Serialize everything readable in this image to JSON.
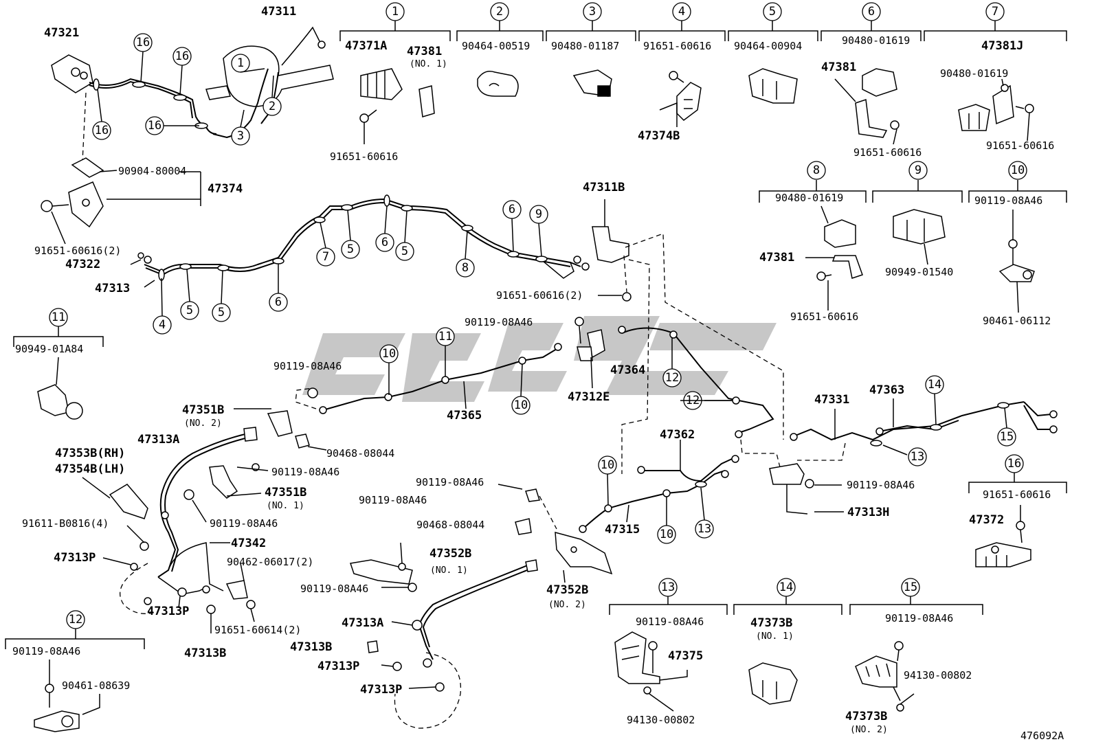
{
  "diagram_code": "476092A",
  "callouts": [
    {
      "id": "c1",
      "num": "1"
    },
    {
      "id": "c2",
      "num": "2"
    },
    {
      "id": "c3",
      "num": "3"
    },
    {
      "id": "c4",
      "num": "4"
    },
    {
      "id": "c5",
      "num": "5"
    },
    {
      "id": "c6",
      "num": "6"
    },
    {
      "id": "c7",
      "num": "7"
    },
    {
      "id": "c8",
      "num": "8"
    },
    {
      "id": "c9",
      "num": "9"
    },
    {
      "id": "c10",
      "num": "10"
    },
    {
      "id": "c11",
      "num": "11"
    },
    {
      "id": "c12",
      "num": "12"
    },
    {
      "id": "c13",
      "num": "13"
    },
    {
      "id": "c14",
      "num": "14"
    },
    {
      "id": "c15",
      "num": "15"
    },
    {
      "id": "c16",
      "num": "16"
    }
  ],
  "legend_groups": [
    {
      "num": "1",
      "parts": [
        "47371A",
        "47381",
        "(NO. 1)",
        "91651-60616"
      ]
    },
    {
      "num": "2",
      "parts": [
        "90464-00519"
      ]
    },
    {
      "num": "3",
      "parts": [
        "90480-01187"
      ]
    },
    {
      "num": "4",
      "parts": [
        "91651-60616",
        "47374B"
      ]
    },
    {
      "num": "5",
      "parts": [
        "90464-00904"
      ]
    },
    {
      "num": "6",
      "parts": [
        "90480-01619",
        "47381",
        "91651-60616"
      ]
    },
    {
      "num": "7",
      "parts": [
        "47381J",
        "90480-01619",
        "91651-60616"
      ]
    },
    {
      "num": "8",
      "parts": [
        "90480-01619",
        "47381",
        "91651-60616"
      ]
    },
    {
      "num": "9",
      "parts": [
        "90949-01540"
      ]
    },
    {
      "num": "10",
      "parts": [
        "90119-08A46",
        "90461-06112"
      ]
    },
    {
      "num": "11",
      "parts": [
        "90949-01A84"
      ]
    },
    {
      "num": "12",
      "parts": [
        "90119-08A46",
        "90461-08639"
      ]
    },
    {
      "num": "13",
      "parts": [
        "90119-08A46",
        "47375",
        "94130-00802"
      ]
    },
    {
      "num": "14",
      "parts": [
        "47373B",
        "(NO. 1)"
      ]
    },
    {
      "num": "15",
      "parts": [
        "90119-08A46",
        "94130-00802",
        "47373B",
        "(NO. 2)"
      ]
    },
    {
      "num": "16",
      "parts": [
        "91651-60616",
        "47372"
      ]
    }
  ],
  "labels": {
    "l47321": "47321",
    "l47311": "47311",
    "l90904": "90904-80004",
    "l47374": "47374",
    "l91651_2a": "91651-60616(2)",
    "l47322": "47322",
    "l47313": "47313",
    "l47311B": "47311B",
    "l91651_2b": "91651-60616(2)",
    "g1_a": "47371A",
    "g1_b": "47381",
    "g1_c": "(NO. 1)",
    "g1_d": "91651-60616",
    "g2_a": "90464-00519",
    "g3_a": "90480-01187",
    "g4_a": "91651-60616",
    "g4_b": "47374B",
    "g5_a": "90464-00904",
    "g6_a": "90480-01619",
    "g6_b": "47381",
    "g6_c": "91651-60616",
    "g7_a": "47381J",
    "g7_b": "90480-01619",
    "g7_c": "91651-60616",
    "g8_a": "90480-01619",
    "g8_b": "47381",
    "g8_c": "91651-60616",
    "g9_a": "90949-01540",
    "g10_a": "90119-08A46",
    "g10_b": "90461-06112",
    "g11_a": "90949-01A84",
    "g12_a": "90119-08A46",
    "g12_b": "90461-08639",
    "g13_a": "90119-08A46",
    "g13_b": "47375",
    "g13_c": "94130-00802",
    "g14_a": "47373B",
    "g14_b": "(NO. 1)",
    "g15_a": "90119-08A46",
    "g15_b": "94130-00802",
    "g15_c": "47373B",
    "g15_d": "(NO. 2)",
    "g16_a": "91651-60616",
    "g16_b": "47372",
    "m90119_a": "90119-08A46",
    "m47364": "47364",
    "m47312E": "47312E",
    "m90119_b": "90119-08A46",
    "m47365": "47365",
    "m47351B2": "47351B",
    "m47351B2n": "(NO. 2)",
    "m47313A1": "47313A",
    "m90468_a": "90468-08044",
    "m47353B": "47353B(RH)",
    "m47354B": "47354B(LH)",
    "m90119_c": "90119-08A46",
    "m47351B1": "47351B",
    "m47351B1n": "(NO. 1)",
    "m90119_d": "90119-08A46",
    "m91611": "91611-B0816(4)",
    "m47313P1": "47313P",
    "m47342": "47342",
    "m90462": "90462-06017(2)",
    "m47313P2": "47313P",
    "m91651_614": "91651-60614(2)",
    "m47313B1": "47313B",
    "m90119_e": "90119-08A46",
    "m90119_f": "90119-08A46",
    "m90468_b": "90468-08044",
    "m47352B1": "47352B",
    "m47352B1n": "(NO. 1)",
    "m90119_g": "90119-08A46",
    "m47313A2": "47313A",
    "m47313B2": "47313B",
    "m47313P3": "47313P",
    "m47313P4": "47313P",
    "m47352B2": "47352B",
    "m47352B2n": "(NO. 2)",
    "m47315": "47315",
    "m47362": "47362",
    "m47331": "47331",
    "m47363": "47363",
    "m90119_h": "90119-08A46",
    "m47313H": "47313H"
  }
}
